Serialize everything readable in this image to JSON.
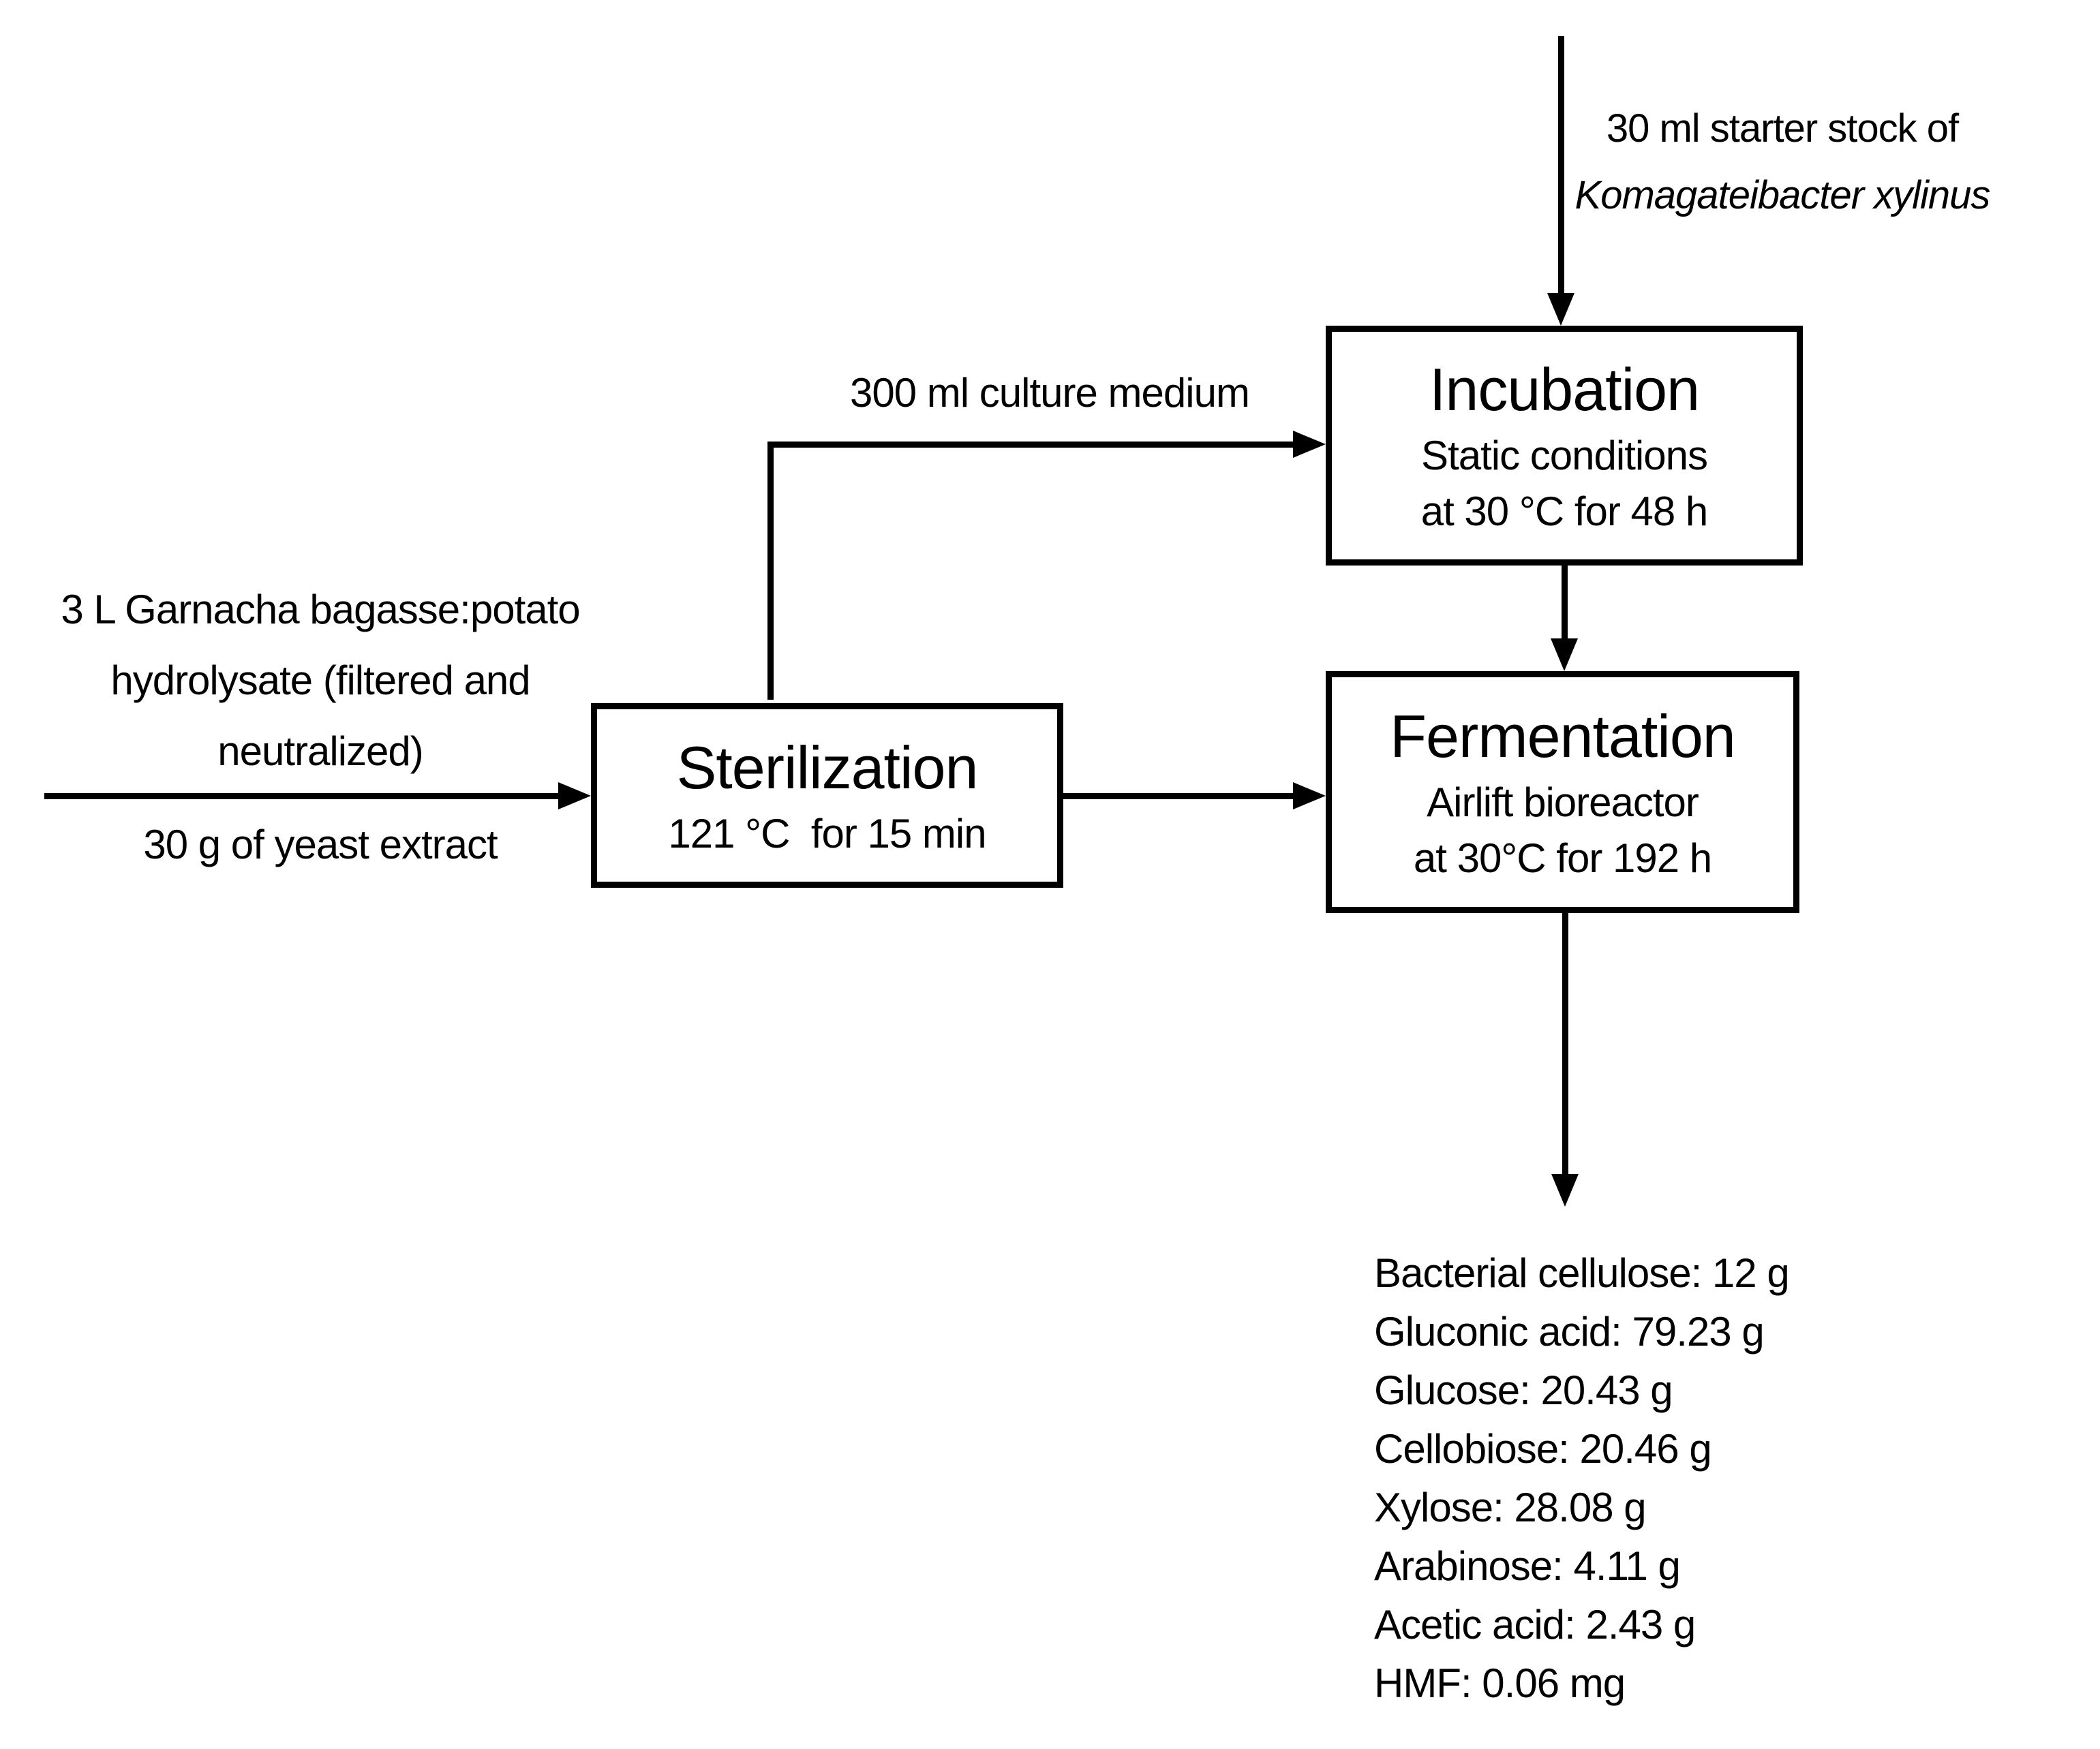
{
  "diagram": {
    "title_hint": "Bacterial cellulose fermentation process flowchart",
    "colors": {
      "ink": "#000000",
      "background": "#ffffff"
    },
    "starter": {
      "line1": "30 ml starter stock of",
      "line2": "Komagateibacter xylinus"
    },
    "culture_medium_label": "300 ml culture medium",
    "feed": {
      "line1": "3 L Garnacha bagasse:potato",
      "line2": "hydrolysate (filtered and",
      "line3": "neutralized)",
      "yeast": "30 g of yeast extract"
    },
    "boxes": {
      "sterilization": {
        "title": "Sterilization",
        "conditions": "121 °C  for 15 min"
      },
      "incubation": {
        "title": "Incubation",
        "line1": "Static conditions",
        "line2": "at 30 °C for 48 h"
      },
      "fermentation": {
        "title": "Fermentation",
        "line1": "Airlift bioreactor",
        "line2": "at 30°C for 192 h"
      }
    },
    "outputs": [
      "Bacterial cellulose: 12 g",
      "Gluconic acid: 79.23 g",
      "Glucose: 20.43 g",
      "Cellobiose: 20.46 g",
      "Xylose: 28.08 g",
      "Arabinose: 4.11 g",
      "Acetic acid: 2.43 g",
      "HMF: 0.06 mg"
    ]
  }
}
